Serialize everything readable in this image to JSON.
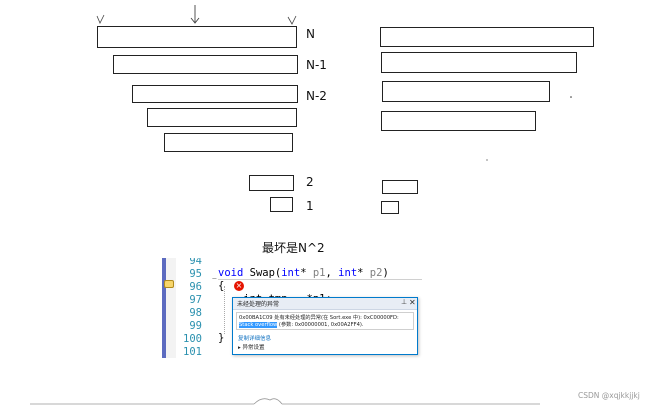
{
  "left_stack": {
    "labels": {
      "n": "N",
      "n_minus_1": "N-1",
      "n_minus_2": "N-2",
      "two": "2",
      "one": "1"
    }
  },
  "caption": "最坏是N^2",
  "editor": {
    "line_numbers": [
      "94",
      "95",
      "96",
      "97",
      "98",
      "99",
      "100",
      "101"
    ],
    "lines": {
      "l95_kw1": "void",
      "l95_fn": " Swap(",
      "l95_kw2": "int",
      "l95_p1": "* ",
      "l95_param1": "p1",
      "l95_sep": ", ",
      "l95_kw3": "int",
      "l95_p2": "* ",
      "l95_param2": "p2",
      "l95_end": ")",
      "l96": "{",
      "l97": "    int tmp = *p1;",
      "l100": "}"
    },
    "error_glyph": "×",
    "collapse_glyph": "−"
  },
  "exception_popup": {
    "title": "未经处理的异常",
    "pin": "⊥",
    "close": "✕",
    "message_line1": "0x00BA1C09 处有未经处理的异常(在 Sort.exe 中): 0xC00000FD:",
    "message_highlight": "Stack overflow",
    "message_line2_rest": " (参数: 0x00000001, 0x00A2FF4).",
    "copy_details": "复制详细信息",
    "exception_settings": "▸ 异常设置"
  },
  "watermark": "CSDN @xqjkkjjkj",
  "colors": {
    "line_number": "#2b91af",
    "keyword": "#0000ff",
    "error": "#e51400",
    "popup_border": "#007acc",
    "highlight": "#3399ff"
  }
}
